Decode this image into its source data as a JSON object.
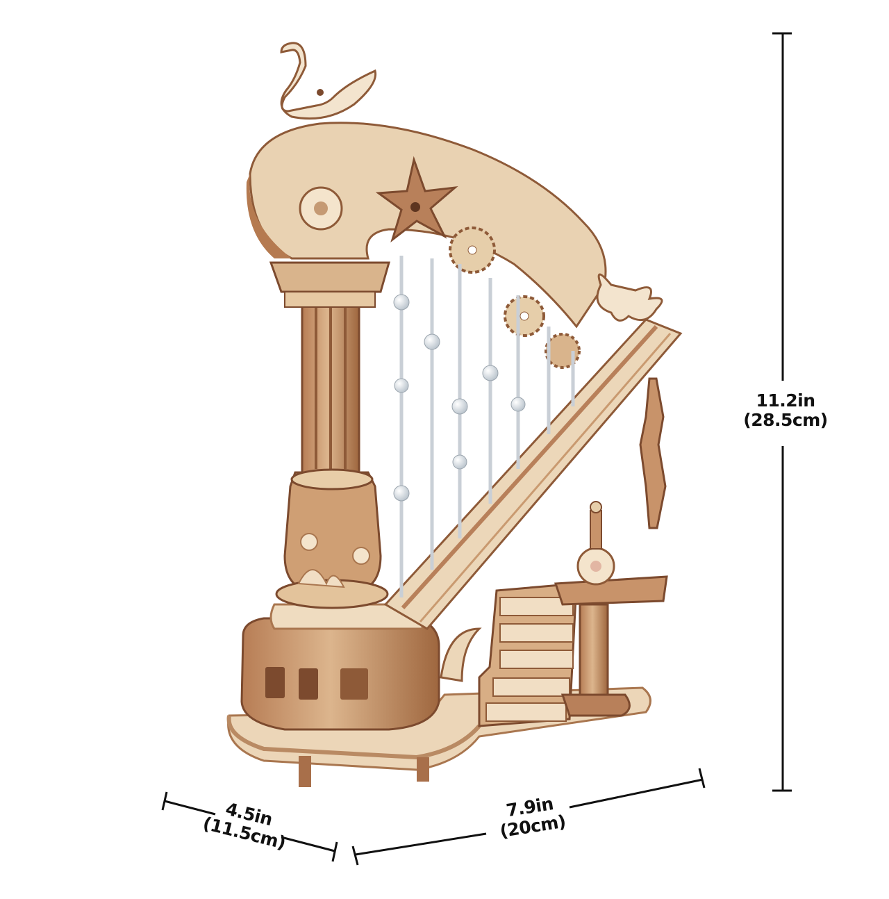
{
  "product": {
    "name": "harp-model"
  },
  "dimensions": {
    "height": {
      "imperial": "11.2in",
      "metric": "(28.5cm)"
    },
    "width": {
      "imperial": "7.9in",
      "metric": "(20cm)"
    },
    "depth": {
      "imperial": "4.5in",
      "metric": "(11.5cm)"
    }
  },
  "colors": {
    "wood_light": "#f1dec4",
    "wood_mid": "#d9b48c",
    "wood_dark": "#a86f4a",
    "wood_shadow": "#7c4a2e",
    "string": "#c9cfd6",
    "bead": "#e9eef3",
    "dimension_line": "#111111",
    "background": "#ffffff"
  }
}
